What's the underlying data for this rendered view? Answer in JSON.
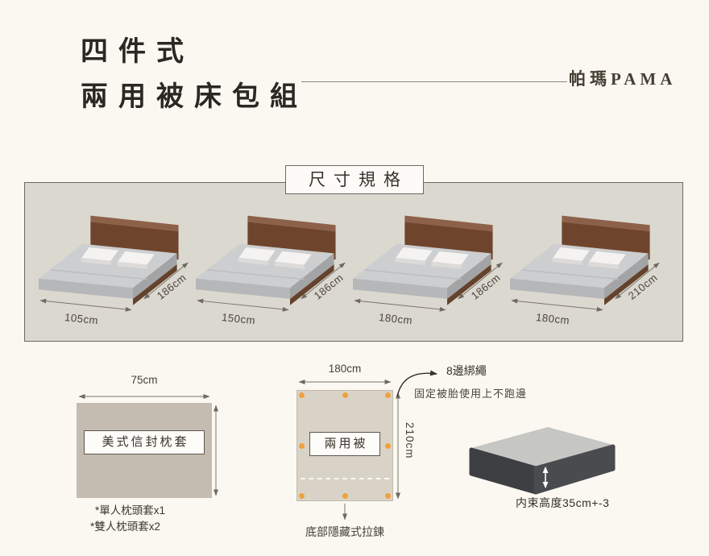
{
  "header": {
    "title_line1": "四件式",
    "title_line2": "兩用被床包組",
    "brand": "帕瑪PAMA"
  },
  "size_section": {
    "title": "尺寸規格",
    "beds": [
      {
        "width": "105cm",
        "depth": "186cm"
      },
      {
        "width": "150cm",
        "depth": "186cm"
      },
      {
        "width": "180cm",
        "depth": "186cm"
      },
      {
        "width": "180cm",
        "depth": "210cm"
      }
    ]
  },
  "pillow_diagram": {
    "width_label": "75cm",
    "label": "美式信封枕套",
    "notes": [
      "*單人枕頭套x1",
      "*雙人枕頭套x2"
    ]
  },
  "quilt_diagram": {
    "width_label": "180cm",
    "height_label": "210cm",
    "label": "兩用被",
    "ties_title": "8邊綁繩",
    "ties_desc": "固定被胎使用上不跑邊",
    "zipper_label": "底部隱藏式拉鍊"
  },
  "mattress_diagram": {
    "height_label": "内束高度35cm+-3"
  },
  "colors": {
    "background": "#FAF8F1",
    "panel_bg": "#DBD8D0",
    "panel_border": "#6E695F",
    "wood_brown": "#6E452C",
    "mattress_gray": "#CDCED0",
    "mattress_dark": "#46474B",
    "tie_orange": "#F0A13C",
    "text_dark": "#332F28"
  }
}
